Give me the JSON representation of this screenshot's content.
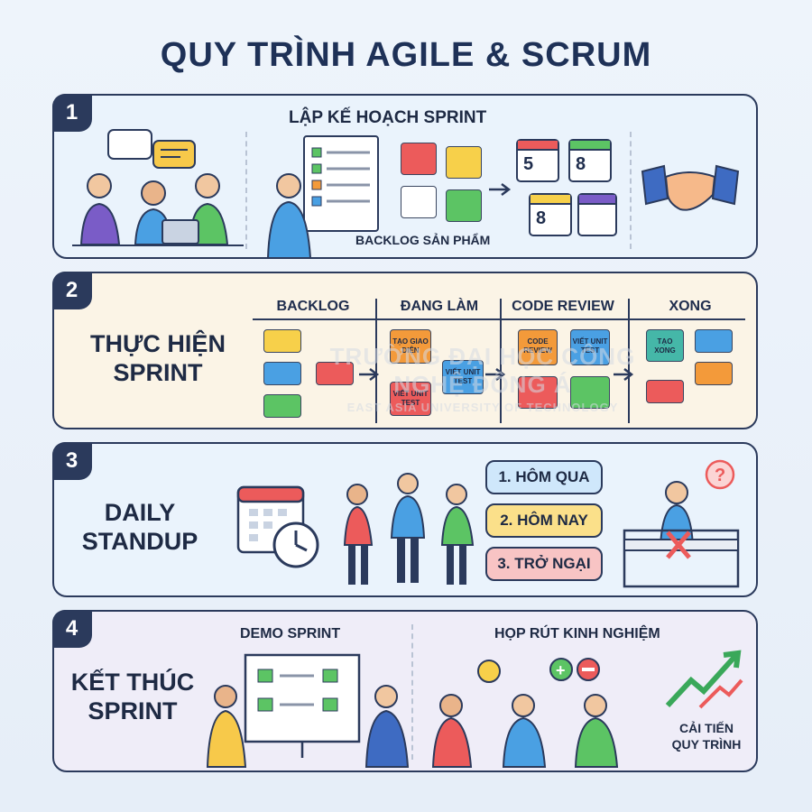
{
  "title": "QUY TRÌNH AGILE & SCRUM",
  "steps": [
    {
      "number": "1",
      "title": "LẬP KẾ HOẠCH SPRINT",
      "caption": "BACKLOG SẢN PHẨM",
      "calendar_numbers": [
        "5",
        "8",
        "8"
      ]
    },
    {
      "number": "2",
      "title": "THỰC HIỆN SPRINT",
      "columns": [
        "BACKLOG",
        "ĐANG LÀM",
        "CODE REVIEW",
        "XONG"
      ],
      "cards": {
        "tao_giao_dien": "TẠO GIAO DIỆN",
        "viet_unit_test_1": "VIẾT UNIT TEST",
        "viet_unit_test_2": "VIẾT UNIT TEST",
        "code_review": "CODE REVIEW",
        "viet_unit_test_3": "VIẾT UNIT TEST",
        "tao_xong": "TẠO XONG"
      }
    },
    {
      "number": "3",
      "title": "DAILY STANDUP",
      "items": [
        "1. HÔM QUA",
        "2. HÔM NAY",
        "3. TRỞ NGẠI"
      ]
    },
    {
      "number": "4",
      "title": "KẾT THÚC SPRINT",
      "left_title": "DEMO SPRINT",
      "right_title": "HỌP RÚT KINH NGHIỆM",
      "improve": "CẢI TIẾN QUY TRÌNH"
    }
  ],
  "watermark": {
    "line1": "TRƯỜNG ĐẠI HỌC CÔNG NGHỆ ĐÔNG Á",
    "line2": "EAST ASIA UNIVERSITY OF TECHNOLOGY"
  },
  "colors": {
    "navy": "#2b3a5c",
    "yellow": "#f7d04a",
    "red": "#ec5b5b",
    "blue": "#4aa0e3",
    "green": "#5cc464",
    "orange": "#f39a3a"
  }
}
